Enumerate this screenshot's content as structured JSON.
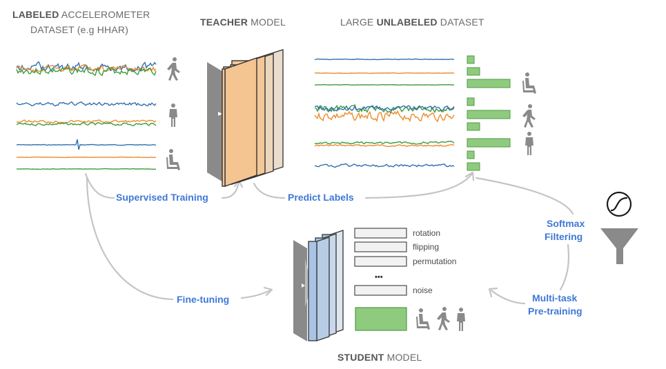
{
  "headers": {
    "labeled_bold": "LABELED",
    "labeled_rest": " ACCELEROMETER",
    "labeled_line2": "DATASET (e.g HHAR)",
    "teacher_bold": "TEACHER",
    "teacher_rest": " MODEL",
    "large_pre": "LARGE ",
    "large_bold": "UNLABELED",
    "large_rest": " DATASET",
    "student_bold": "STUDENT",
    "student_rest": " MODEL"
  },
  "steps": {
    "supervised": "Supervised Training",
    "predict": "Predict Labels",
    "softmax_1": "Softmax",
    "softmax_2": "Filtering",
    "multitask_1": "Multi-task",
    "multitask_2": "Pre-training",
    "finetune": "Fine-tuning"
  },
  "tasks": [
    "rotation",
    "flipping",
    "permutation",
    "noise"
  ],
  "ellipsis": "•••",
  "icons": [
    "walking-icon",
    "standing-icon",
    "sitting-icon",
    "sigmoid-icon",
    "funnel-icon"
  ],
  "colors": {
    "blue_signal": "#2f6fb0",
    "orange_signal": "#ee8a2a",
    "green_signal": "#3d9a3d",
    "green_bar": "#8fcb7e",
    "teacher_face": "#f6c79a",
    "student_face": "#a9c4e4",
    "step_text": "#3f78d6",
    "arrow": "#c4c4c4",
    "icon": "#8a8a8a"
  }
}
